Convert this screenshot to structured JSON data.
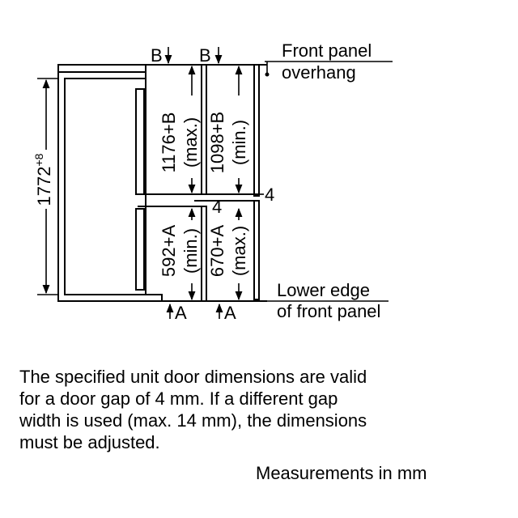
{
  "diagram": {
    "labels": {
      "gap_top_left": "B",
      "gap_top_right": "B",
      "front_panel_line1": "Front panel",
      "front_panel_line2": "overhang",
      "height_total": "1772",
      "height_total_sup": "+8",
      "upper_max_value": "1176+B",
      "upper_max_note": "(max.)",
      "upper_min_value": "1098+B",
      "upper_min_note": "(min.)",
      "gap_four_side": "4",
      "gap_four_mid": "4",
      "lower_min_value": "592+A",
      "lower_min_note": "(min.)",
      "lower_max_value": "670+A",
      "lower_max_note": "(max.)",
      "lower_edge_line1": "Lower edge",
      "lower_edge_line2": "of front panel",
      "gap_bottom_left": "A",
      "gap_bottom_right": "A"
    }
  },
  "note": {
    "line1": "The specified unit door dimensions are valid",
    "line2": "for a door gap of 4 mm. If a different gap",
    "line3": "width is used (max. 14 mm), the dimensions",
    "line4": "must be adjusted."
  },
  "units": "Measurements in mm"
}
